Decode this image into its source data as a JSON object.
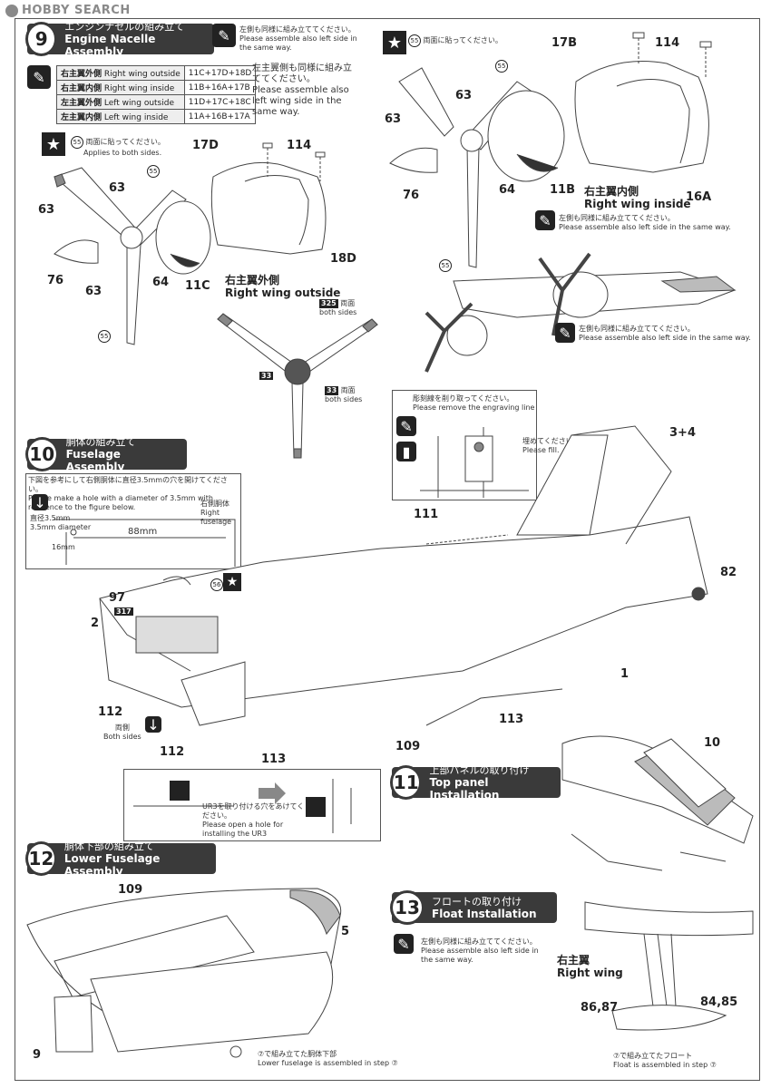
{
  "site_logo": "HOBBY SEARCH",
  "step9": {
    "number": "9",
    "title_jp": "エンジンナセルの組み立て",
    "title_en": "Engine Nacelle Assembly",
    "note_jp": "左側も同様に組み立ててください。",
    "note_en": "Please assemble also left side in the same way.",
    "table": [
      {
        "label_jp": "右主翼外側",
        "label_en": "Right wing outside",
        "parts": "11C+17D+18D"
      },
      {
        "label_jp": "右主翼内側",
        "label_en": "Right wing inside",
        "parts": "11B+16A+17B"
      },
      {
        "label_jp": "左主翼外側",
        "label_en": "Left wing outside",
        "parts": "11D+17C+18C"
      },
      {
        "label_jp": "左主翼内側",
        "label_en": "Left wing inside",
        "parts": "11A+16B+17A"
      }
    ],
    "table_note_jp": "左主翼側も同様に組み立ててください。",
    "table_note_en": "Please assemble also left wing side in the same way.",
    "star_note_jp": "両面に貼ってください。",
    "star_note_en": "Applies to both sides.",
    "left_parts": {
      "p17d": "17D",
      "p114": "114",
      "p63a": "63",
      "p63b": "63",
      "p63c": "63",
      "p76": "76",
      "p64": "64",
      "p11c": "11C",
      "p18d": "18D",
      "p55a": "55",
      "p55b": "55",
      "p55c": "55"
    },
    "left_caption_jp": "右主翼外側",
    "left_caption_en": "Right wing outside",
    "right_parts": {
      "p17b": "17B",
      "p114": "114",
      "p63a": "63",
      "p63b": "63",
      "p76": "76",
      "p64": "64",
      "p11b": "11B",
      "p16a": "16A",
      "p55a": "55",
      "p55b": "55",
      "p55c": "55"
    },
    "right_caption_jp": "右主翼内側",
    "right_caption_en": "Right wing inside",
    "right_note_jp": "左側も同様に組み立ててください。",
    "right_note_en": "Please assemble also left side in the same way.",
    "right_star_jp": "両面に貼ってください。",
    "prop_decal_a": "325",
    "prop_decal_a_jp": "両面",
    "prop_decal_a_en": "both sides",
    "prop_decal_b": "33",
    "prop_decal_c": "33",
    "prop_decal_c_jp": "両面",
    "prop_decal_c_en": "both sides",
    "wing_note_jp": "左側も同様に組み立ててください。",
    "wing_note_en": "Please assemble also left side in the same way."
  },
  "engraving": {
    "note_jp": "彫刻線を削り取ってください。",
    "note_en": "Please remove the engraving line",
    "fill_jp": "埋めてください。",
    "fill_en": "Please fill.",
    "part_34": "3+4"
  },
  "step10": {
    "number": "10",
    "title_jp": "胴体の組み立て",
    "title_en": "Fuselage Assembly",
    "hole_note_jp": "下図を参考にして右側胴体に直径3.5mmの穴を開けてください。",
    "hole_note_en": "Please make a hole with a diameter of 3.5mm with reference to the figure below.",
    "diameter_jp": "直径3.5mm",
    "diameter_en": "3.5mm diameter",
    "right_fuselage_jp": "右側胴体",
    "right_fuselage_en": "Right fuselage",
    "dim_88": "88mm",
    "dim_16": "16mm",
    "parts": {
      "p97": "97",
      "p317": "317",
      "p2": "2",
      "p56": "56",
      "p111": "111",
      "p82": "82",
      "p1": "1",
      "p112a": "112",
      "p112b": "112",
      "p113a": "113",
      "p113b": "113",
      "p109": "109"
    },
    "both_sides_jp": "両側",
    "both_sides_en": "Both sides",
    "ur3_note_jp": "UR3を取り付ける穴をあけてください。",
    "ur3_note_en": "Please open a hole for installing the UR3"
  },
  "step11": {
    "number": "11",
    "title_jp": "上部パネルの取り付け",
    "title_en": "Top panel Installation",
    "part_10": "10"
  },
  "step12": {
    "number": "12",
    "title_jp": "胴体下部の組み立て",
    "title_en": "Lower Fuselage Assembly",
    "parts": {
      "p109": "109",
      "p5": "5",
      "p9": "9"
    },
    "note_jp": "⑦で組み立てた胴体下部",
    "note_en": "Lower fuselage is assembled in step ⑦"
  },
  "step13": {
    "number": "13",
    "title_jp": "フロートの取り付け",
    "title_en": "Float Installation",
    "note_jp": "左側も同様に組み立ててください。",
    "note_en": "Please assemble also left side in the same way.",
    "wing_jp": "右主翼",
    "wing_en": "Right wing",
    "part_8687": "86,87",
    "part_8485": "84,85",
    "float_jp": "⑦で組み立てたフロート",
    "float_en": "Float is assembled in step ⑦"
  },
  "colors": {
    "header_bg": "#3a3a3a",
    "line": "#444444",
    "shade": "#555555"
  }
}
